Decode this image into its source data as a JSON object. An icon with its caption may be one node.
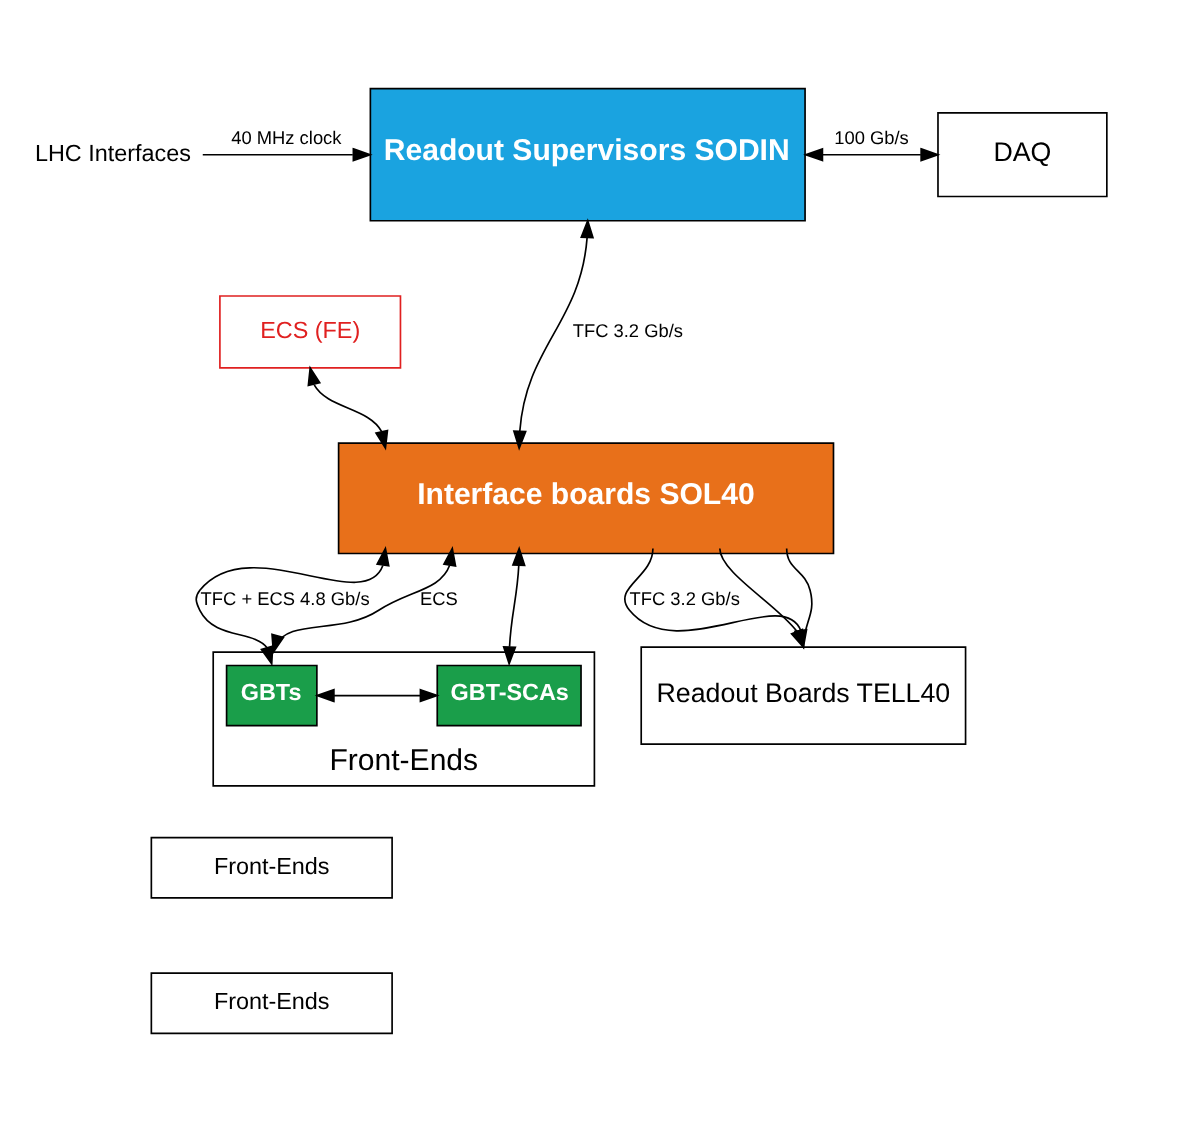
{
  "diagram": {
    "nodes": [
      {
        "text": [
          "LHC Interfaces"
        ]
      },
      {
        "text": [
          "Readout Supervisors SODIN"
        ]
      },
      {
        "text": [
          "DAQ"
        ]
      },
      {
        "text": [
          "ECS (FE)"
        ]
      },
      {
        "text": [
          "Interface boards SOL40"
        ]
      },
      {
        "text": [
          "Front-Ends"
        ]
      },
      {
        "text": [
          "GBTs"
        ],
        "in": 5
      },
      {
        "text": [
          "GBT-SCAs"
        ],
        "in": 5
      },
      {
        "text": [
          "Front-Ends"
        ]
      },
      {
        "text": [
          "Front-Ends"
        ]
      },
      {
        "text": [
          "Readout Boards TELL40"
        ]
      }
    ],
    "edges": [
      {
        "from": 0,
        "to": 1,
        "arrow": "to",
        "label": "40 MHz clock"
      },
      {
        "from": 1,
        "to": 2,
        "arrow": "both",
        "label": "100 Gb/s"
      },
      {
        "from": 3,
        "to": 4,
        "arrow": "both"
      },
      {
        "from": 4,
        "to": 1,
        "arrow": "both",
        "label": "TFC 3.2 Gb/s"
      },
      {
        "from": 4,
        "to": 6,
        "arrow": "both",
        "label": "TFC + ECS 4.8 Gb/s"
      },
      {
        "from": 4,
        "to": 5,
        "arrow": "both",
        "label": "ECS"
      },
      {
        "from": 4,
        "to": 7,
        "arrow": "both"
      },
      {
        "from": 6,
        "to": 7,
        "arrow": "both"
      },
      {
        "from": 4,
        "to": 10,
        "arrow": "to",
        "label": "TFC 3.2 Gb/s"
      },
      {
        "from": 4,
        "to": 10,
        "arrow": "to"
      },
      {
        "from": 4,
        "to": 10,
        "arrow": "none"
      }
    ]
  }
}
